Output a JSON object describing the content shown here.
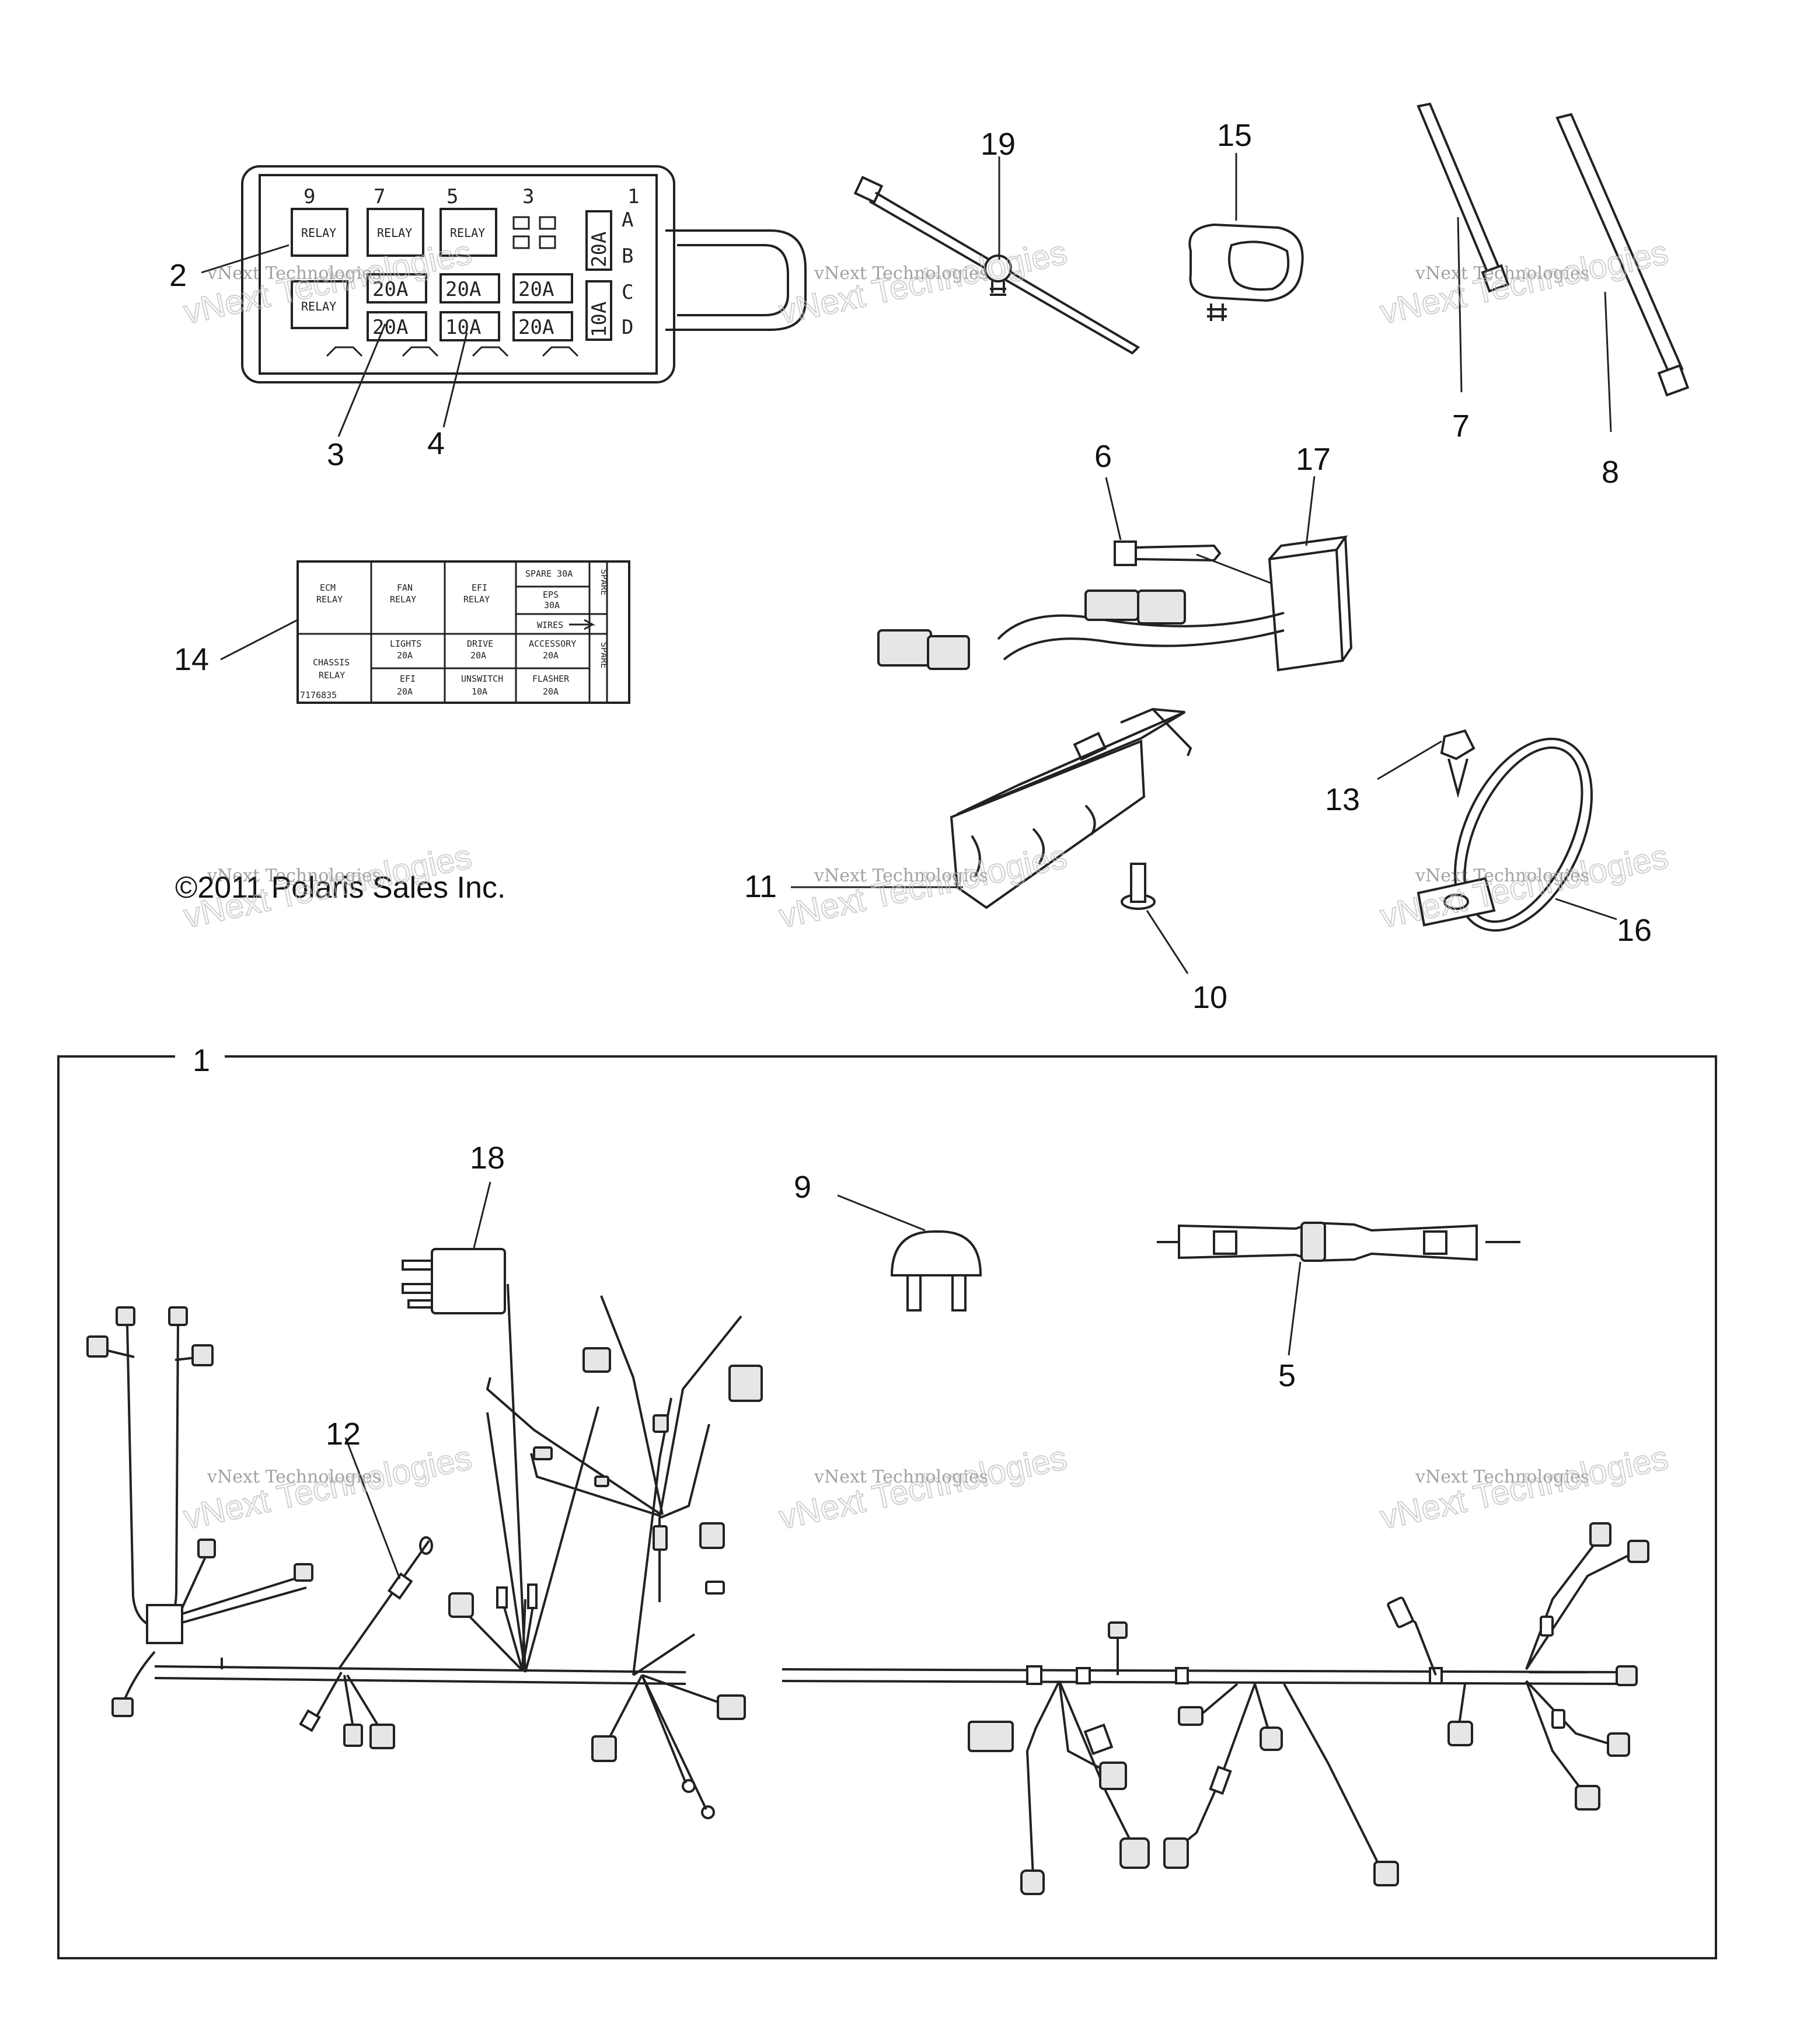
{
  "diagram": {
    "callouts": [
      "1",
      "2",
      "3",
      "4",
      "5",
      "6",
      "7",
      "8",
      "9",
      "10",
      "11",
      "12",
      "13",
      "14",
      "15",
      "16",
      "17",
      "18",
      "19"
    ],
    "copyright": "©2011 Polaris Sales Inc.",
    "watermark": [
      "vNext Technologies",
      "vNext Technologies"
    ],
    "fuse_box": {
      "columns": [
        "9",
        "7",
        "5",
        "3",
        "1"
      ],
      "rows": [
        "A",
        "B",
        "C",
        "D"
      ],
      "relay_label": "RELAY",
      "fuses": [
        "20A",
        "20A",
        "20A",
        "20A",
        "10A",
        "20A"
      ],
      "side_fuses": [
        "20A",
        "10A"
      ]
    },
    "decal": {
      "part_number": "7176835",
      "cells": {
        "ecm_relay": [
          "ECM",
          "RELAY"
        ],
        "fan_relay": [
          "FAN",
          "RELAY"
        ],
        "efi_relay": [
          "EFI",
          "RELAY"
        ],
        "spare_30a": "SPARE 30A",
        "eps_30a": [
          "EPS",
          "30A"
        ],
        "wires": "WIRES",
        "spare_col": "SPARE",
        "chassis_relay": [
          "CHASSIS",
          "RELAY"
        ],
        "lights": [
          "LIGHTS",
          "20A"
        ],
        "drive": [
          "DRIVE",
          "20A"
        ],
        "accessory": [
          "ACCESSORY",
          "20A"
        ],
        "efi_20a": [
          "EFI",
          "20A"
        ],
        "unswitch": [
          "UNSWITCH",
          "10A"
        ],
        "flasher": [
          "FLASHER",
          "20A"
        ]
      }
    }
  }
}
